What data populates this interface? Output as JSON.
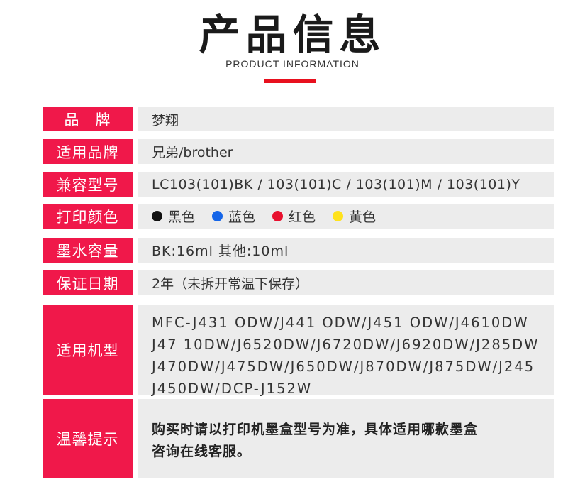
{
  "header": {
    "title": "产品信息",
    "subtitle": "PRODUCT INFORMATION"
  },
  "rows": {
    "brand": {
      "label": "品　牌",
      "value": "梦翔"
    },
    "fit_brand": {
      "label": "适用品牌",
      "value": "兄弟/brother"
    },
    "compat": {
      "label": "兼容型号",
      "value": "LC103(101)BK / 103(101)C / 103(101)M / 103(101)Y"
    },
    "colors": {
      "label": "打印颜色",
      "items": [
        {
          "name": "黑色",
          "color": "#111111"
        },
        {
          "name": "蓝色",
          "color": "#1565e8"
        },
        {
          "name": "红色",
          "color": "#e8102e"
        },
        {
          "name": "黄色",
          "color": "#ffe21c"
        }
      ]
    },
    "capacity": {
      "label": "墨水容量",
      "value": "BK:16ml 其他:10ml"
    },
    "warranty": {
      "label": "保证日期",
      "value": "2年（未拆开常温下保存）"
    },
    "models": {
      "label": "适用机型",
      "lines": [
        "MFC-J431 ODW/J441 ODW/J451 ODW/J4610DW",
        "J47 10DW/J6520DW/J6720DW/J6920DW/J285DW",
        "J470DW/J475DW/J650DW/J870DW/J875DW/J245",
        "J450DW/DCP-J152W"
      ]
    },
    "tips": {
      "label": "温馨提示",
      "lines": [
        "购买时请以打印机墨盒型号为准，具体适用哪款墨盒",
        "咨询在线客服。"
      ]
    }
  }
}
